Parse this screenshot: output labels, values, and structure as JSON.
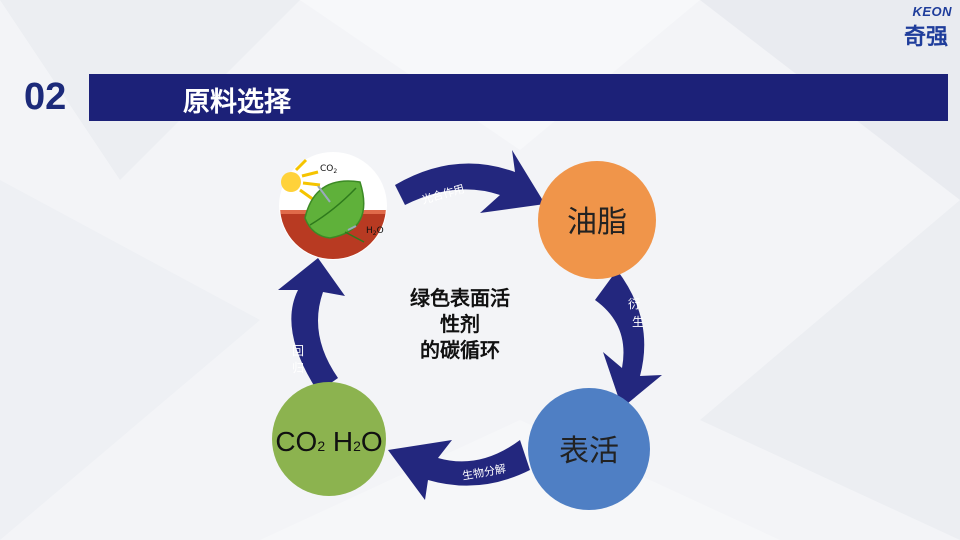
{
  "logo": {
    "brand_en": "KEON",
    "brand_cn": "奇强"
  },
  "header": {
    "number": "02",
    "title": "原料选择"
  },
  "nodes": {
    "oil": "油脂",
    "surfactant": "表活",
    "co2_h2o": {
      "c": "CO",
      "s1": "2",
      "h": " H",
      "s2": "2",
      "o": "O"
    }
  },
  "leaf_labels": {
    "co": "CO",
    "co_sub": "2",
    "h": "H",
    "h_sub": "2",
    "o": "O"
  },
  "arrows": {
    "photosynthesis": "光合作用",
    "derive_1": "衍",
    "derive_2": "生",
    "biodegradation": "生物分解",
    "return_1": "回",
    "return_2": "归"
  },
  "center": {
    "line1": "绿色表面活",
    "line2": "性剂",
    "line3": "的碳循环"
  },
  "colors": {
    "title_bar": "#1c2178",
    "arrow": "#23277e",
    "oil": "#f0954a",
    "surfactant": "#4f7fc4",
    "co2_h2o": "#8cb34f",
    "soil": "#b83a22"
  }
}
